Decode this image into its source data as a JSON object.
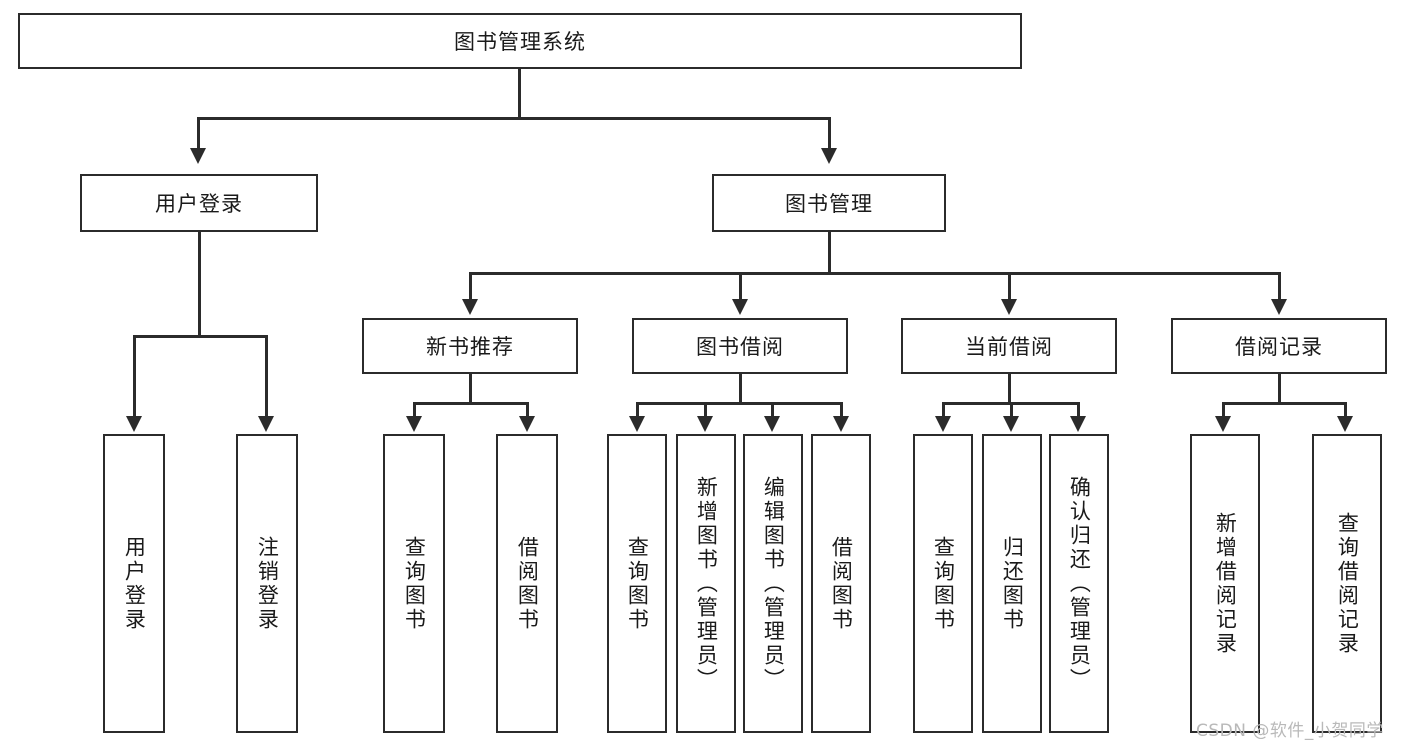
{
  "diagram": {
    "title_box": {
      "label": "图书管理系统"
    },
    "level2": [
      {
        "label": "用户登录"
      },
      {
        "label": "图书管理"
      }
    ],
    "level3": [
      {
        "label": "新书推荐"
      },
      {
        "label": "图书借阅"
      },
      {
        "label": "当前借阅"
      },
      {
        "label": "借阅记录"
      }
    ],
    "leaves": {
      "user_login": [
        {
          "label": "用户登录"
        },
        {
          "label": "注销登录"
        }
      ],
      "new_book_recommend": [
        {
          "label": "查询图书"
        },
        {
          "label": "借阅图书"
        }
      ],
      "book_borrow": [
        {
          "label": "查询图书"
        },
        {
          "label": "新增图书（管理员）"
        },
        {
          "label": "编辑图书（管理员）"
        },
        {
          "label": "借阅图书"
        }
      ],
      "current_borrow": [
        {
          "label": "查询图书"
        },
        {
          "label": "归还图书"
        },
        {
          "label": "确认归还（管理员）"
        }
      ],
      "borrow_record": [
        {
          "label": "新增借阅记录"
        },
        {
          "label": "查询借阅记录"
        }
      ]
    },
    "watermark": {
      "text": "CSDN @软件_小贺同学"
    },
    "colors": {
      "stroke": "#2b2b2b",
      "background": "#ffffff",
      "text": "#1a1a1a",
      "watermark": "#b9b9b9"
    }
  }
}
